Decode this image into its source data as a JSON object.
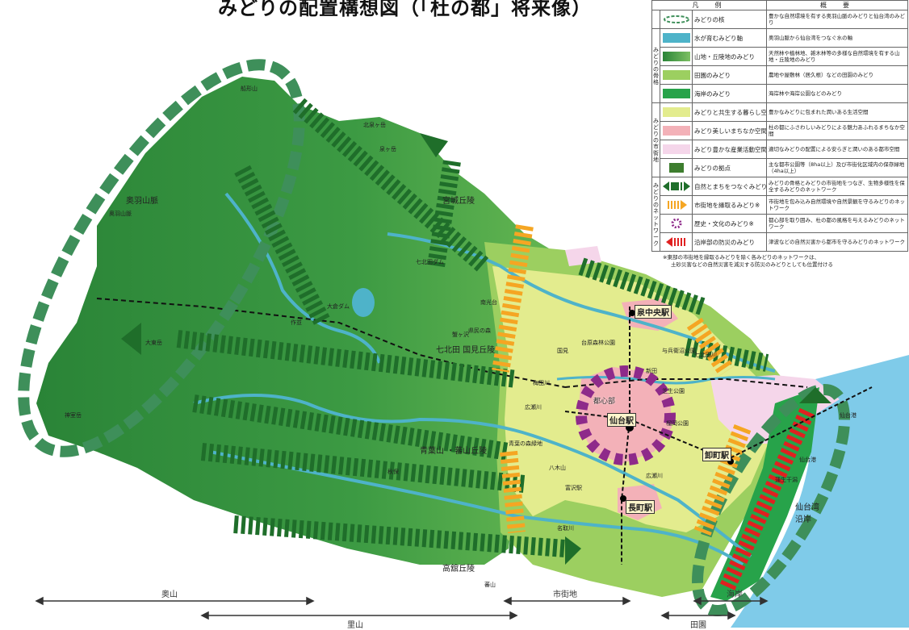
{
  "title": "みどりの配置構想図（「杜の都」将来像）",
  "legend": {
    "headers": [
      "凡　例",
      "概　要"
    ],
    "groups": {
      "skeleton": "みどりの骨格",
      "urban": "みどりの市街地",
      "network": "みどりのネットワーク"
    },
    "rows": [
      {
        "name": "みどりの核",
        "desc": "豊かな自然環境を有する奥羽山脈のみどりと仙台湾のみどり",
        "swatch": "dash-ring"
      },
      {
        "name": "水が育むみどり軸",
        "desc": "奥羽山脈から仙台湾をつなぐ水の軸",
        "swatch": "water"
      },
      {
        "name": "山地・丘陵地のみどり",
        "desc": "天然林や植林地、雑木林等の多様な自然環境を有する山地・丘陵地のみどり",
        "swatch": "hill"
      },
      {
        "name": "田園のみどり",
        "desc": "農地や屋敷林（居久根）などの田園のみどり",
        "swatch": "field"
      },
      {
        "name": "海岸のみどり",
        "desc": "海岸林や海岸公園などのみどり",
        "swatch": "coast"
      },
      {
        "name": "みどりと共生する暮らし空間",
        "desc": "豊かなみどりに包まれた潤いある生活空間",
        "swatch": "live"
      },
      {
        "name": "みどり美しいまちなか空間",
        "desc": "杜の都にふさわしいみどりによる魅力あふれるまちなか空間",
        "swatch": "town"
      },
      {
        "name": "みどり豊かな産業活動空間",
        "desc": "適切なみどりの配置による安らぎと潤いのある都市空間",
        "swatch": "industry"
      },
      {
        "name": "みどりの拠点",
        "desc": "主な都市公園等（8ha以上）及び市街化区域内の保存緑地（4ha以上）",
        "swatch": "base"
      },
      {
        "name": "自然とまちをつなぐみどり※",
        "desc": "みどりの骨格とみどりの市街地をつなぎ、生物多様性を保全するみどりのネットワーク",
        "swatch": "arrow-green"
      },
      {
        "name": "市街地を縁取るみどり※",
        "desc": "市街地を包み込み自然環境や自然景観を守るみどりのネットワーク",
        "swatch": "arrow-orange"
      },
      {
        "name": "歴史・文化のみどり※",
        "desc": "都心部を取り囲み、杜の都の風格を与えるみどりのネットワーク",
        "swatch": "burst"
      },
      {
        "name": "沿岸部の防災のみどり",
        "desc": "津波などの自然災害から都市を守るみどりのネットワーク",
        "swatch": "arrow-red"
      }
    ],
    "note1": "※東部の市街地を縁取るみどりを除く各みどりのネットワークは、",
    "note2": "土砂災害などの自然災害を減災する防災のみどりとしても位置付ける"
  },
  "labels": {
    "ouu": "奥羽山脈",
    "funagata": "船形山",
    "kitaizumi": "北泉ヶ岳",
    "izumigatake": "泉ヶ岳",
    "miyagi": "宮城丘陵",
    "shichikita_dam": "七北田ダム",
    "sensui": "泉中央駅",
    "shichikita_river": "七北田川",
    "shichikita_hill": "七北田\n国見丘陵",
    "toshin": "都心部",
    "sendai_st": "仙台駅",
    "oroshimachi": "卸町駅",
    "nagamachi": "長町駅",
    "hirose": "広瀬川",
    "natori": "名取川",
    "takadate": "高舘丘陵",
    "oguno": "奥羽山脈",
    "kamuro": "神室岳",
    "sendai_bay": "仙台湾\n沿岸",
    "sendai_port": "仙台港",
    "umeda": "梅田川",
    "okura_dam": "大倉ダム",
    "sakunami": "作並",
    "dainanpo": "大東岳",
    "shirahata": "蕃山",
    "akiu": "秋保",
    "aoba_mt": "青葉山\n・蕃山丘陵",
    "zoo": "八木山",
    "kunimi": "国見",
    "nankosan": "南光台",
    "kanazawa": "蟹ヶ沢",
    "aoba_forest": "青葉の森緑地",
    "tomizawa": "富沢駅",
    "hitome": "仙台港",
    "okuyama": "奥山",
    "satoyama": "里山",
    "shigaichi": "市街地",
    "denen": "田園",
    "kaigan": "海岸",
    "shiba": "芝生公園",
    "keigo": "県民の森",
    "tenkei": "台原森林公園",
    "hiroseriver": "広瀬川",
    "yubiki": "与兵衛沼公園",
    "noba": "榴岡公園",
    "shinden": "新田",
    "haruka": "蒲生干潟"
  },
  "colors": {
    "hill_dark": "#2e8b3d",
    "hill_mid": "#4fa84a",
    "hill_light": "#7cc063",
    "field": "#9ccf60",
    "live": "#e3ec8e",
    "town": "#f3b1b8",
    "industry": "#f5d6ea",
    "water": "#4eb3c9",
    "sea": "#7fcbe9",
    "orange": "#f5a623",
    "red": "#e02020",
    "purple": "#8e2a8a",
    "arrow_green": "#1f6e2a",
    "ring": "#3e8f5a"
  }
}
